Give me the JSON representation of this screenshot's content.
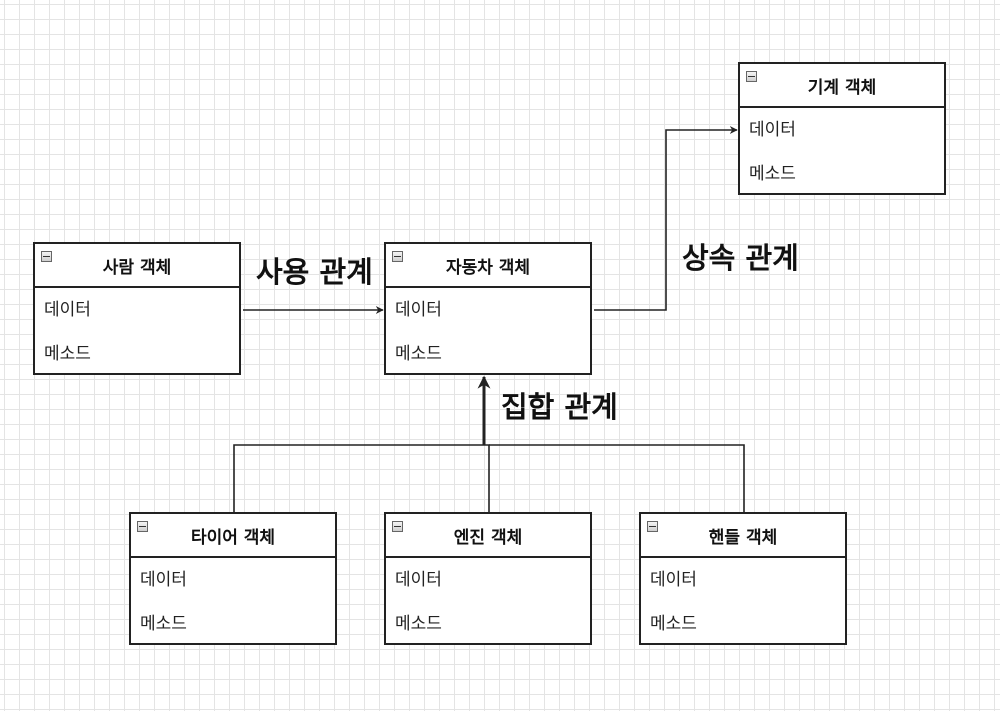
{
  "diagram": {
    "classes": [
      {
        "id": "person",
        "title": "사람 객체",
        "fields": [
          "데이터",
          "메소드"
        ]
      },
      {
        "id": "car",
        "title": "자동차 객체",
        "fields": [
          "데이터",
          "메소드"
        ]
      },
      {
        "id": "machine",
        "title": "기계 객체",
        "fields": [
          "데이터",
          "메소드"
        ]
      },
      {
        "id": "tire",
        "title": "타이어 객체",
        "fields": [
          "데이터",
          "메소드"
        ]
      },
      {
        "id": "engine",
        "title": "엔진 객체",
        "fields": [
          "데이터",
          "메소드"
        ]
      },
      {
        "id": "handle",
        "title": "핸들 객체",
        "fields": [
          "데이터",
          "메소드"
        ]
      }
    ],
    "relations": {
      "use": "사용 관계",
      "inheritance": "상속 관계",
      "aggregation": "집합 관계"
    },
    "colors": {
      "line": "#222222",
      "grid": "#e4e4e4",
      "background": "#ffffff"
    }
  }
}
